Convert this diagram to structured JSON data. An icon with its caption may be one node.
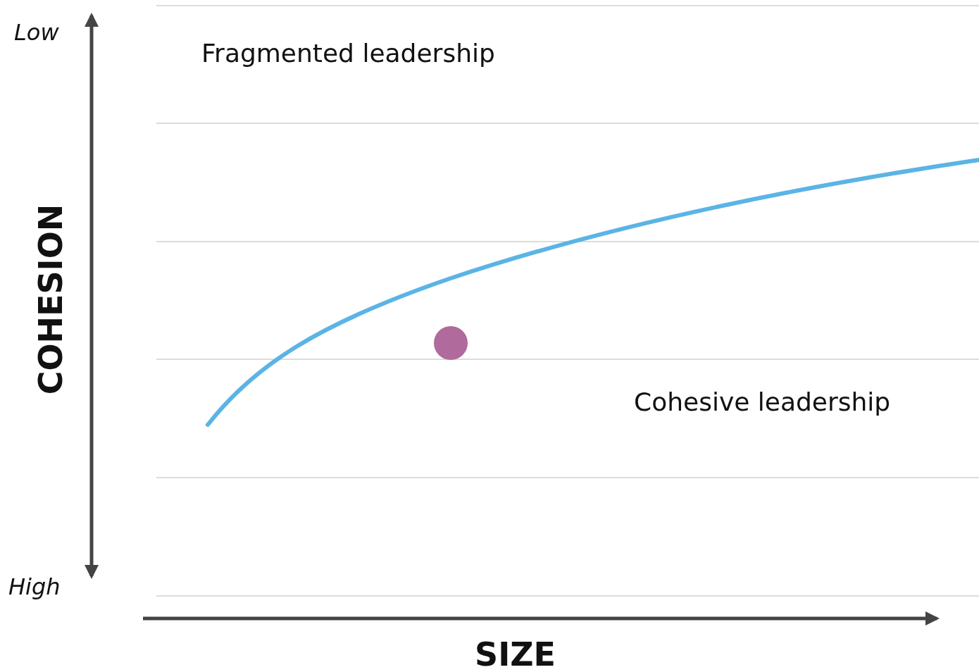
{
  "diagram": {
    "labels": [
      "Low",
      "Fragmented leadership",
      "COHESION",
      "Cohesive leadership",
      "High",
      "SIZE"
    ]
  }
}
